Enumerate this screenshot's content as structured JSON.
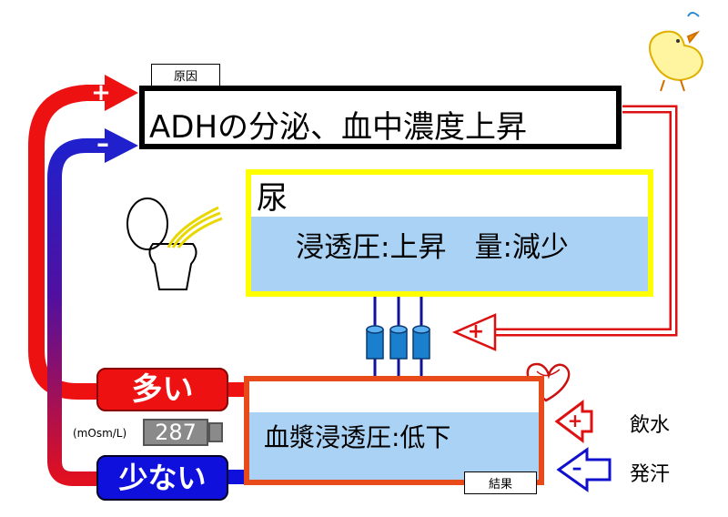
{
  "cause": {
    "tag": "原因",
    "text": "ADHの分泌、血中濃度上昇"
  },
  "urine": {
    "label": "尿",
    "text": "浸透圧:上昇　量:減少"
  },
  "result": {
    "tag": "結果",
    "text": "血漿浸透圧:低下"
  },
  "states": {
    "high": "多い",
    "low": "少ない"
  },
  "osmolality": {
    "unit": "(mOsm/L)",
    "value": "287"
  },
  "signs": {
    "plus": "+",
    "minus": "–"
  },
  "inputs": {
    "drink": "飲水",
    "sweat": "発汗"
  },
  "icons": [
    "toilet-icon",
    "heart-icon",
    "chick-icon",
    "cylinder-channel-icon"
  ],
  "colors": {
    "red": "#ee1111",
    "blue": "#1010dd",
    "yellow": "#ffff00",
    "orange": "#e84a1a",
    "fill": "#aad2f4"
  }
}
